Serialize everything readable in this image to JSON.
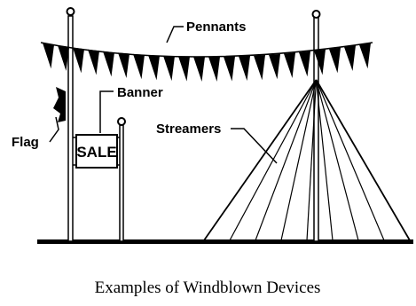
{
  "labels": {
    "pennants": "Pennants",
    "banner": "Banner",
    "flag": "Flag",
    "streamers": "Streamers",
    "banner_text": "SALE"
  },
  "caption": "Examples of Windblown Devices",
  "colors": {
    "ink": "#000000",
    "background": "#ffffff"
  },
  "pennant_count": 22,
  "streamer_count": 9
}
